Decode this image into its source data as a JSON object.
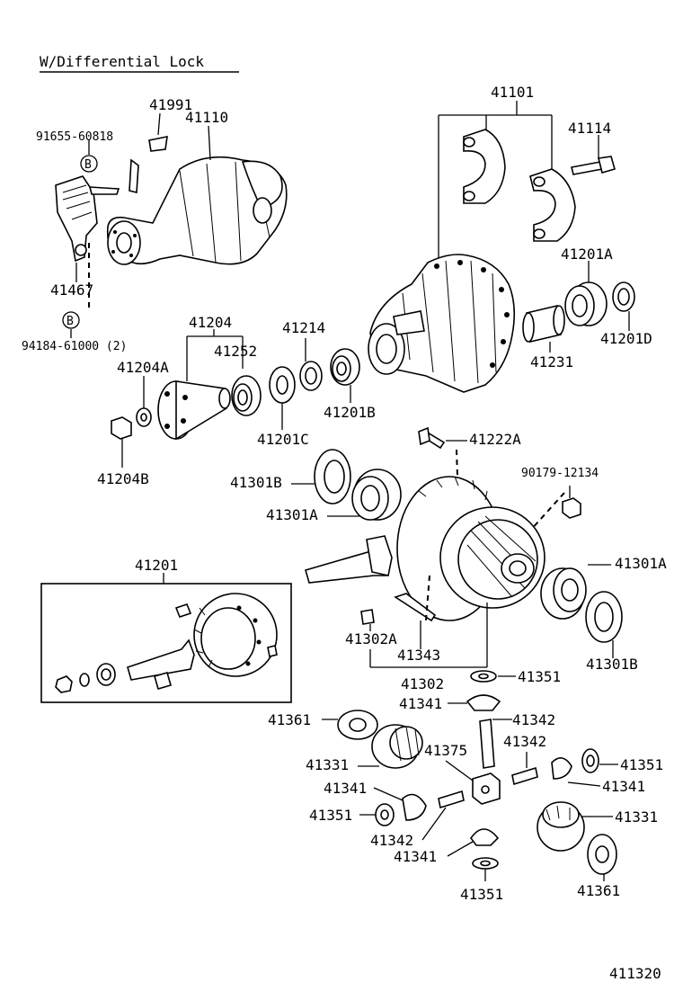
{
  "title": "W/Differential Lock",
  "diagram_code": "411320",
  "callouts": {
    "b1": "B",
    "b2": "B"
  },
  "labels": {
    "p41991": "41991",
    "p41110": "41110",
    "p91655": "91655-60818",
    "p41467": "41467",
    "p94184": "94184-61000 (2)",
    "p41101": "41101",
    "p41114": "41114",
    "p41201A": "41201A",
    "p41201D": "41201D",
    "p41231": "41231",
    "p41204": "41204",
    "p41252": "41252",
    "p41214": "41214",
    "p41204A": "41204A",
    "p41204B": "41204B",
    "p41201C": "41201C",
    "p41201B": "41201B",
    "p41222A": "41222A",
    "p90179": "90179-12134",
    "p41301B_l": "41301B",
    "p41301A_l": "41301A",
    "p41301A_r": "41301A",
    "p41301B_r": "41301B",
    "p41201": "41201",
    "p41302A": "41302A",
    "p41343": "41343",
    "p41302": "41302",
    "p41351_a": "41351",
    "p41341_a": "41341",
    "p41342_a": "41342",
    "p41361_l": "41361",
    "p41342_b": "41342",
    "p41331_l": "41331",
    "p41375": "41375",
    "p41351_b": "41351",
    "p41341_b": "41341",
    "p41341_c": "41341",
    "p41331_r": "41331",
    "p41351_c": "41351",
    "p41342_c": "41342",
    "p41341_d": "41341",
    "p41361_r": "41361",
    "p41351_d": "41351"
  }
}
